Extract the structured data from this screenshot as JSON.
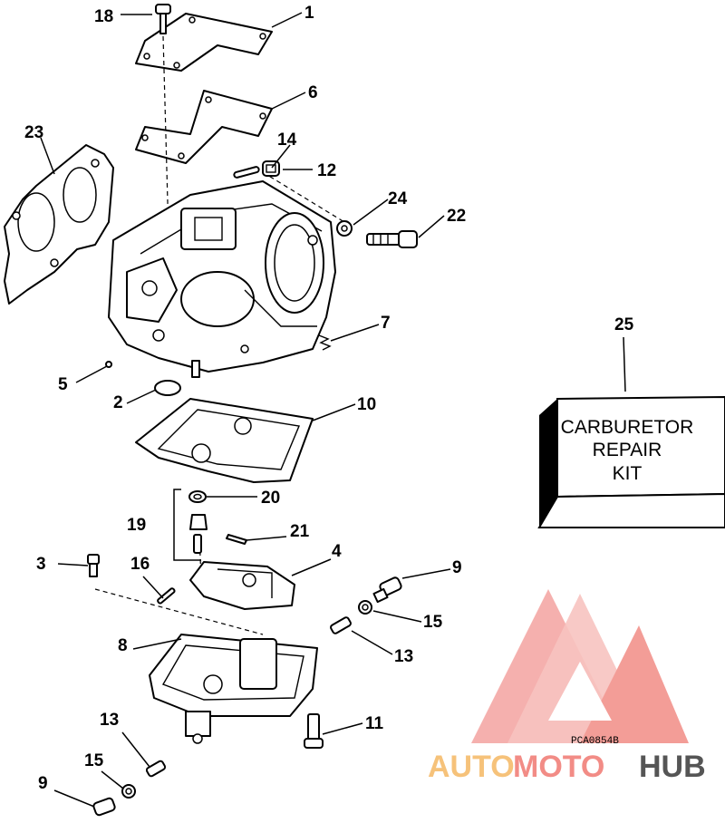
{
  "callouts": {
    "c1": "1",
    "c2": "2",
    "c3": "3",
    "c4": "4",
    "c5": "5",
    "c6": "6",
    "c8": "8",
    "c9a": "9",
    "c9b": "9",
    "c10": "10",
    "c11": "11",
    "c12": "12",
    "c13a": "13",
    "c13b": "13",
    "c14": "14",
    "c15a": "15",
    "c15b": "15",
    "c16": "16",
    "c18": "18",
    "c19": "19",
    "c20": "20",
    "c21": "21",
    "c22": "22",
    "c23": "23",
    "c24": "24",
    "c25": "25",
    "c7": "7"
  },
  "kit": {
    "line1": "CARBURETOR",
    "line2": "REPAIR",
    "line3": "KIT"
  },
  "drawing_code": "PCA0854B",
  "watermark": {
    "part1": "AUTO",
    "part2": "MOTO",
    "part3": "HUB"
  },
  "colors": {
    "watermark_pink": "#f28c86",
    "watermark_orange": "#f6c27a",
    "watermark_gray": "#555555"
  }
}
